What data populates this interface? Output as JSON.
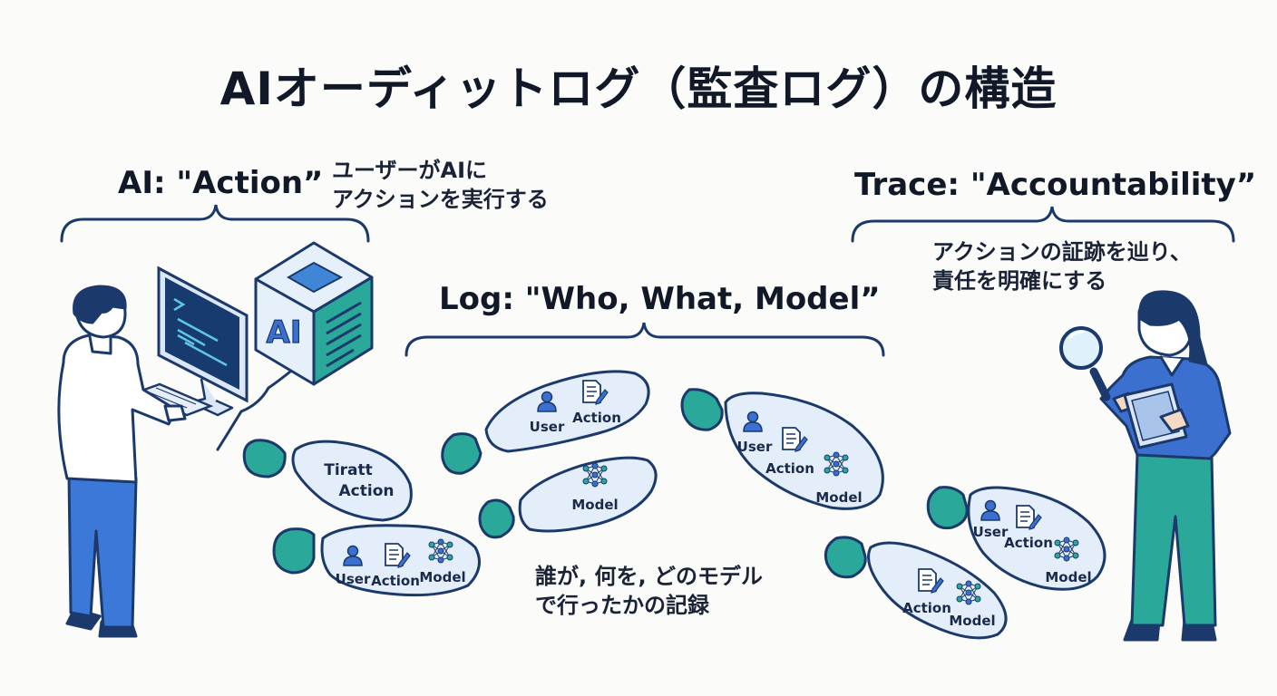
{
  "title": "AIオーディットログ（監査ログ）の構造",
  "sections": {
    "ai": {
      "heading": "AI: \"Action”",
      "caption_lines": [
        "ユーザーがAIに",
        "アクションを実行する"
      ],
      "cube_label": "AI"
    },
    "log": {
      "heading": "Log: \"Who, What, Model”",
      "caption_lines": [
        "誰が, 何を, どのモデル",
        "で行ったかの記録"
      ]
    },
    "trace": {
      "heading": "Trace: \"Accountability”",
      "caption_lines": [
        "アクションの証跡を辿り、",
        "責任を明確にする"
      ]
    }
  },
  "footprints": {
    "fp1": {
      "lines": [
        "Tiratt",
        "Action"
      ]
    },
    "fp2": {
      "user": "User",
      "action": "Action",
      "model": "Model"
    },
    "fp3": {
      "user": "User",
      "action": "Action"
    },
    "fp4": {
      "model": "Model"
    },
    "fp5": {
      "user": "User",
      "action": "Action",
      "model": "Model"
    },
    "fp6": {
      "user": "User",
      "action": "Action",
      "model": "Model"
    },
    "fp7": {
      "action": "Action",
      "model": "Model"
    }
  },
  "icons": [
    "user-icon",
    "document-icon",
    "neural-network-icon",
    "magnifier-icon",
    "tablet-icon",
    "monitor-icon"
  ],
  "colors": {
    "navy": "#1b3a6b",
    "accent_blue": "#3b6fd0",
    "teal": "#2aa89a",
    "footprint_fill": "#e4eefa",
    "background": "#fbfbf9"
  }
}
